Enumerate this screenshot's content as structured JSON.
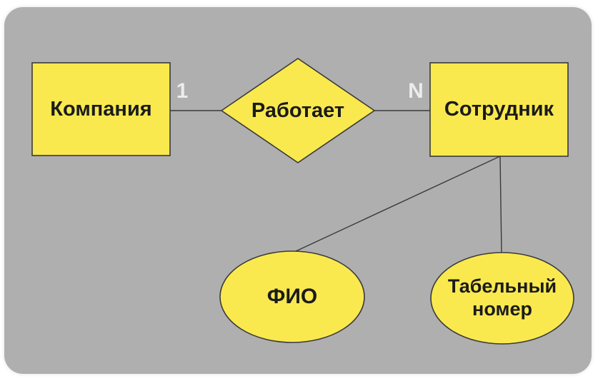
{
  "colors": {
    "page_background": "#ffffff",
    "card_background": "#afafaf",
    "shape_fill": "#f9e94f",
    "shape_stroke": "#3a3a3a",
    "label_text": "#1b1b1b",
    "cardinality_text": "#ececec"
  },
  "diagram": {
    "type": "entity-relationship",
    "entities": [
      {
        "label": "Компания"
      },
      {
        "label": "Сотрудник"
      }
    ],
    "relationship": {
      "label": "Работает",
      "cardinality_left": "1",
      "cardinality_right": "N"
    },
    "attributes": [
      {
        "label": "ФИО"
      },
      {
        "label": "Табельный номер"
      }
    ]
  }
}
